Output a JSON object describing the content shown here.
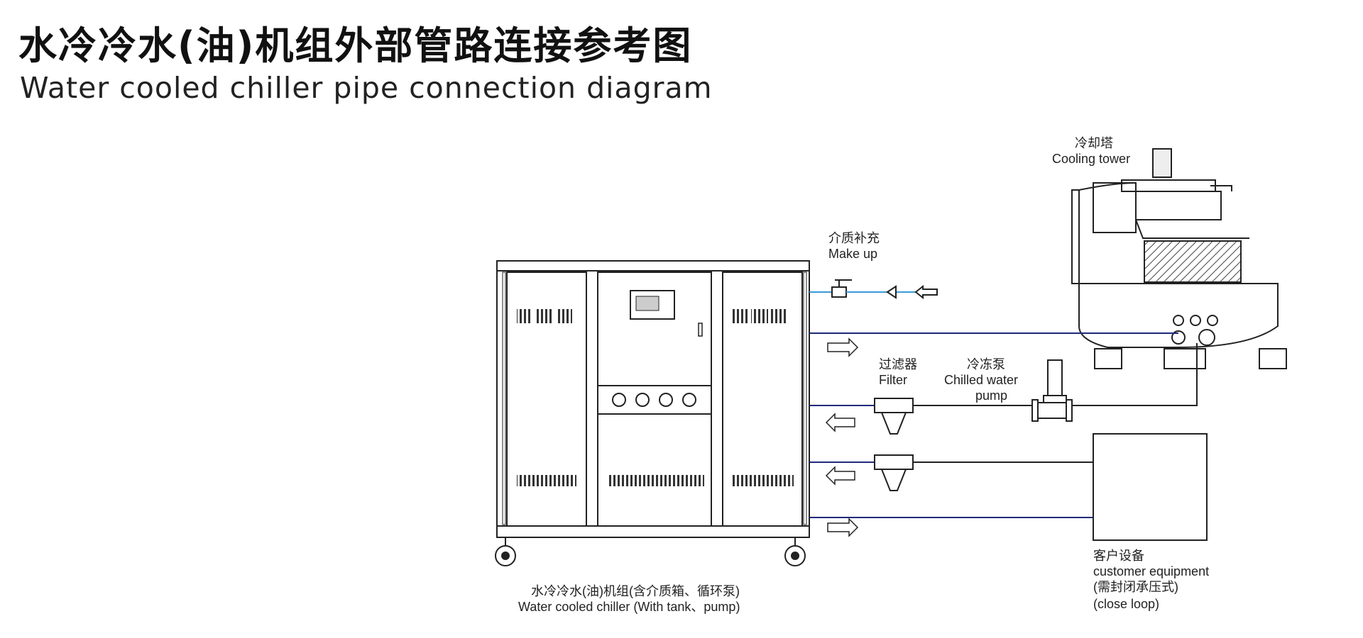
{
  "title": {
    "zh": "水冷冷水(油)机组外部管路连接参考图",
    "en": "Water cooled chiller pipe connection diagram"
  },
  "labels": {
    "cooling_tower_zh": "冷却塔",
    "cooling_tower_en": "Cooling tower",
    "makeup_zh": "介质补充",
    "makeup_en": "Make up",
    "filter_zh": "过滤器",
    "filter_en": "Filter",
    "pump_zh": "冷冻泵",
    "pump_en_1": "Chilled water",
    "pump_en_2": "pump",
    "chiller_zh": "水冷冷水(油)机组(含介质箱、循环泵)",
    "chiller_en": "Water cooled chiller (With tank、pump)",
    "customer_zh": "客户设备",
    "customer_en": "customer equipment",
    "customer_note_zh": "(需封闭承压式)",
    "customer_note_en": "(close loop)"
  },
  "colors": {
    "line": "#222222",
    "water_line": "#3a9ad9",
    "loop_line": "#1f2a7a"
  }
}
